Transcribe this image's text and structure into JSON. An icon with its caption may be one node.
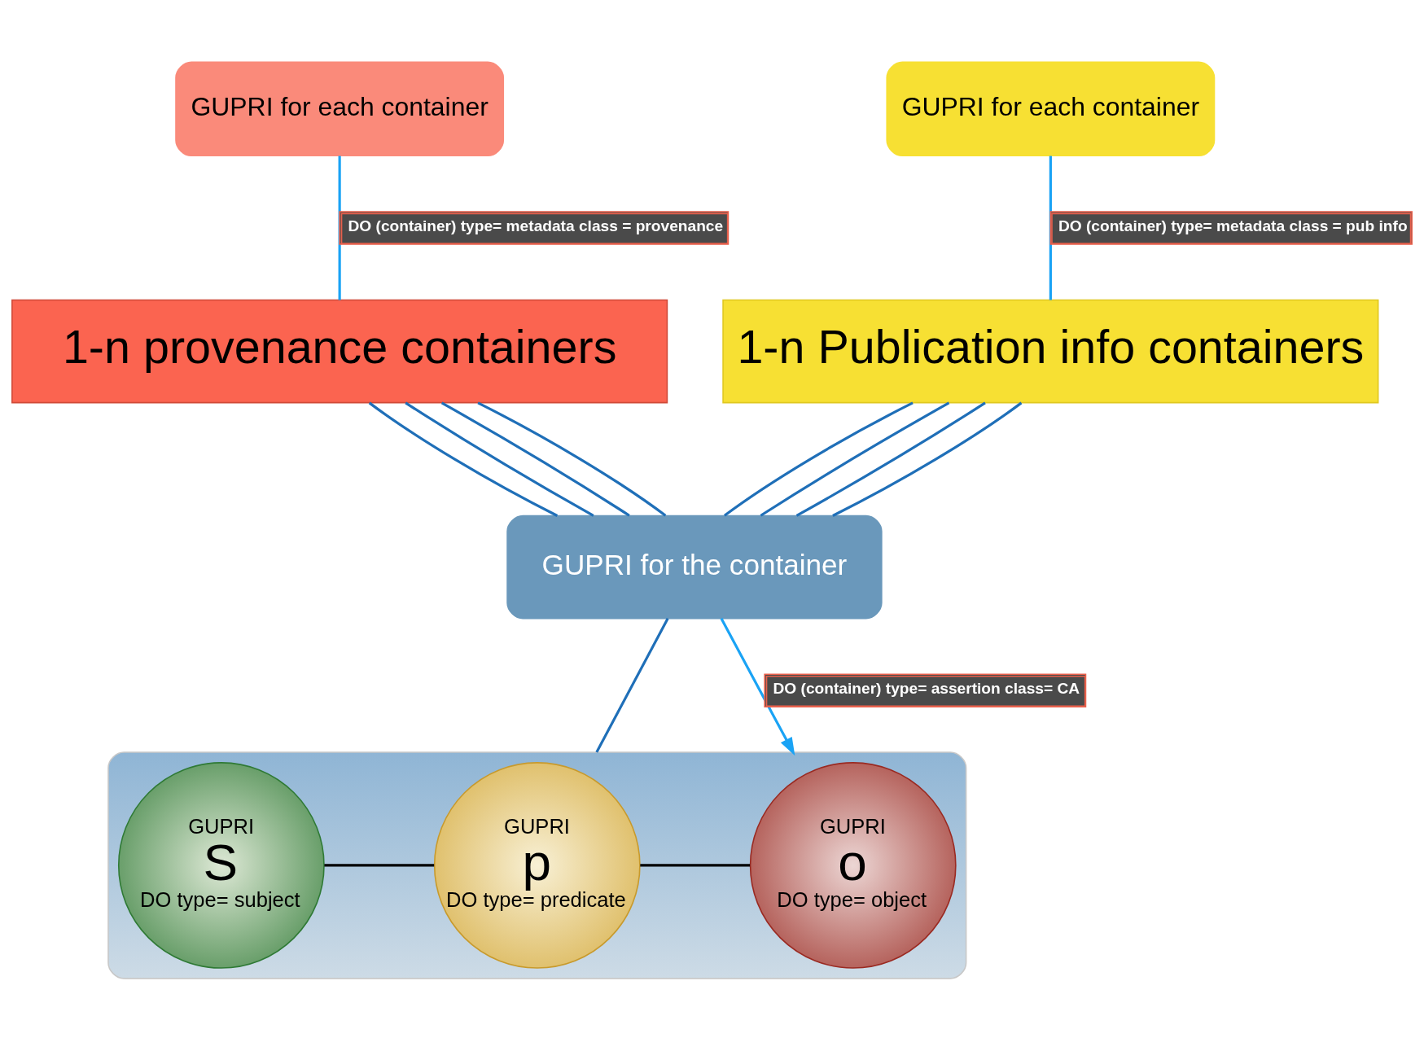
{
  "diagram": {
    "nodes": [
      {
        "text": [
          "GUPRI for each container"
        ]
      },
      {
        "text": [
          "GUPRI for each container"
        ]
      },
      {
        "text": [
          "1-n provenance containers"
        ]
      },
      {
        "text": [
          "1-n Publication info containers"
        ]
      },
      {
        "text": [
          "GUPRI for the container"
        ]
      },
      {
        "text": [],
        "shape": "box"
      },
      {
        "text": [
          "GUPRI",
          "S",
          "DO type= subject"
        ],
        "in": 5
      },
      {
        "text": [
          "GUPRI",
          "p",
          "DO type= predicate"
        ],
        "in": 5
      },
      {
        "text": [
          "GUPRI",
          "o",
          "DO type= object"
        ],
        "in": 5
      }
    ],
    "edges": [
      {
        "from": 0,
        "to": 2,
        "arrow": "none",
        "label": "DO (container) type= metadata class = provenance",
        "color": "#1aa3f5"
      },
      {
        "from": 1,
        "to": 3,
        "arrow": "none",
        "label": "DO (container) type= metadata class = pub info",
        "color": "#1aa3f5"
      },
      {
        "from": 2,
        "to": 4,
        "arrow": "none"
      },
      {
        "from": 2,
        "to": 4,
        "arrow": "none"
      },
      {
        "from": 2,
        "to": 4,
        "arrow": "none"
      },
      {
        "from": 2,
        "to": 4,
        "arrow": "none"
      },
      {
        "from": 3,
        "to": 4,
        "arrow": "none"
      },
      {
        "from": 3,
        "to": 4,
        "arrow": "none"
      },
      {
        "from": 3,
        "to": 4,
        "arrow": "none"
      },
      {
        "from": 3,
        "to": 4,
        "arrow": "none"
      },
      {
        "from": 4,
        "to": 5,
        "arrow": "none"
      },
      {
        "from": 4,
        "to": 5,
        "arrow": "to",
        "label": "DO (container) type= assertion class= CA",
        "color": "#1aa3f5"
      },
      {
        "from": 6,
        "to": 7,
        "arrow": "none",
        "color": "#000000"
      },
      {
        "from": 7,
        "to": 8,
        "arrow": "none",
        "color": "#000000"
      }
    ]
  }
}
